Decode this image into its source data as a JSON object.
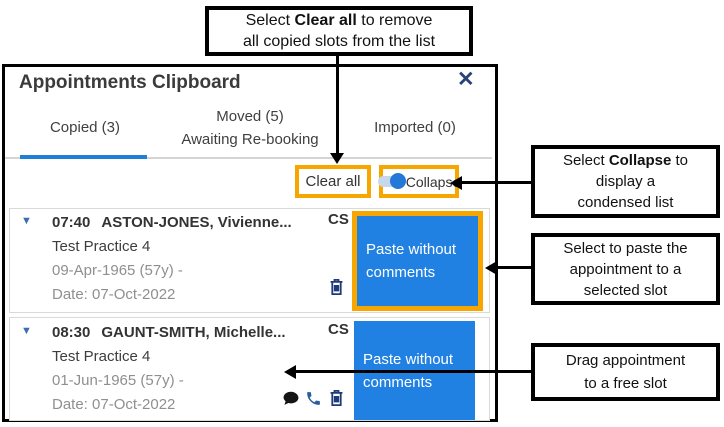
{
  "colors": {
    "highlight_orange": "#F7A600",
    "button_blue": "#2181E2",
    "tab_underline_blue": "#1E80D8",
    "navy_icon": "#1F3A78",
    "close_blue": "#2A4377"
  },
  "callout_top": {
    "pre": "Select ",
    "bold": "Clear all",
    "post": " to remove",
    "line2": "all copied slots from the list"
  },
  "panel": {
    "title": "Appointments Clipboard",
    "close_icon": "✕",
    "tabs": [
      {
        "line1": "Copied (3)",
        "active": true
      },
      {
        "line1": "Moved (5)",
        "line2": "Awaiting Re-booking",
        "active": false
      },
      {
        "line1": "Imported (0)",
        "active": false
      }
    ],
    "toolbar": {
      "clear_all": "Clear all",
      "collapse": "Collapse",
      "collapse_state": "on"
    },
    "items": [
      {
        "expander": "▼",
        "time": "07:40",
        "name": "ASTON-JONES, Vivienne...",
        "code": "CS",
        "practice": "Test Practice 4",
        "birth": "09-Apr-1965 (57y) -",
        "date": "Date: 07-Oct-2022",
        "paste_label": "Paste without comments",
        "icons": [
          "trash"
        ]
      },
      {
        "expander": "▼",
        "time": "08:30",
        "name": "GAUNT-SMITH, Michelle...",
        "code": "CS",
        "practice": "Test Practice 4",
        "birth": "01-Jun-1965 (57y) -",
        "date": "Date: 07-Oct-2022",
        "paste_label": "Paste without comments",
        "icons": [
          "chat",
          "phone",
          "trash"
        ]
      }
    ]
  },
  "callout_collapse": {
    "pre": "Select ",
    "bold": "Collapse",
    "post": " to",
    "line2": "display a",
    "line3": "condensed list"
  },
  "callout_paste": {
    "line1": "Select to paste the",
    "line2": "appointment to a",
    "line3": "selected slot"
  },
  "callout_drag": {
    "line1": "Drag appointment",
    "line2": "to a free slot"
  }
}
